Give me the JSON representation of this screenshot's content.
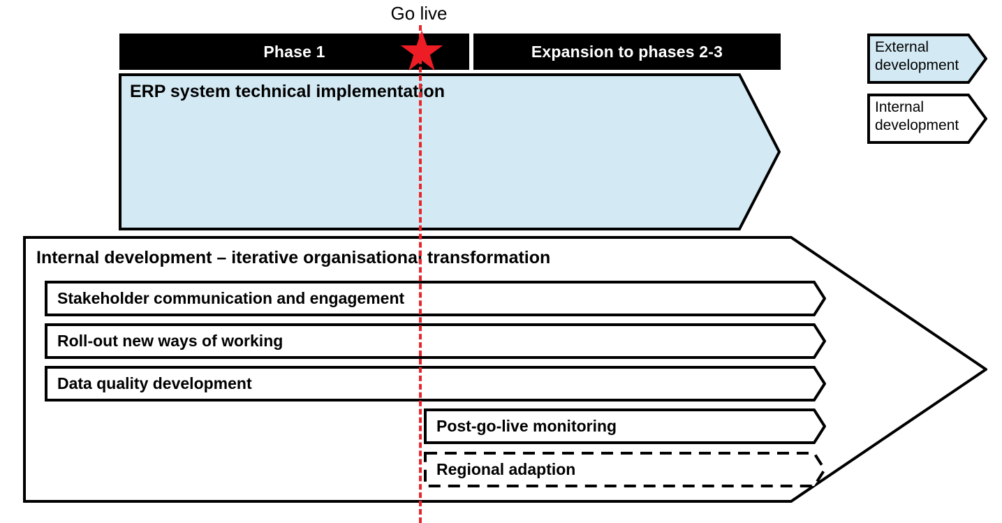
{
  "diagram": {
    "milestone": {
      "label": "Go live",
      "marker_icon": "red-star-icon",
      "marker_color": "#ee1c25",
      "line_color": "#e8262a",
      "line_style": "dashed"
    },
    "phases": [
      {
        "label": "Phase 1",
        "fill": "#000000",
        "text_color": "#ffffff"
      },
      {
        "label": "Expansion to phases 2-3",
        "fill": "#000000",
        "text_color": "#ffffff"
      }
    ],
    "external_track": {
      "label": "ERP system technical implementation",
      "fill": "#d3eaf4",
      "border": "#000000",
      "shape": "arrow"
    },
    "internal_track": {
      "label": "Internal development – iterative organisational transformation",
      "fill": "#ffffff",
      "border": "#000000",
      "shape": "arrow",
      "workstreams": [
        {
          "label": "Stakeholder communication and engagement",
          "border_style": "solid",
          "starts_at_milestone": false
        },
        {
          "label": "Roll-out new ways of working",
          "border_style": "solid",
          "starts_at_milestone": false
        },
        {
          "label": "Data quality development",
          "border_style": "solid",
          "starts_at_milestone": false
        },
        {
          "label": "Post-go-live monitoring",
          "border_style": "solid",
          "starts_at_milestone": true
        },
        {
          "label": "Regional adaption",
          "border_style": "dashed",
          "starts_at_milestone": true
        }
      ]
    },
    "legend": {
      "items": [
        {
          "label": "External development",
          "fill": "#d3eaf4",
          "border": "#000000"
        },
        {
          "label": "Internal development",
          "fill": "#ffffff",
          "border": "#000000"
        }
      ]
    }
  },
  "chart_data": {
    "type": "table",
    "title": "ERP implementation roadmap",
    "categories": [
      "Phase 1",
      "Expansion to phases 2-3"
    ],
    "series": [
      {
        "name": "ERP system technical implementation",
        "track": "external",
        "spans": [
          "Phase 1",
          "Expansion to phases 2-3"
        ]
      },
      {
        "name": "Stakeholder communication and engagement",
        "track": "internal",
        "spans": [
          "Phase 1",
          "Expansion to phases 2-3"
        ]
      },
      {
        "name": "Roll-out new ways of working",
        "track": "internal",
        "spans": [
          "Phase 1",
          "Expansion to phases 2-3"
        ]
      },
      {
        "name": "Data quality development",
        "track": "internal",
        "spans": [
          "Phase 1",
          "Expansion to phases 2-3"
        ]
      },
      {
        "name": "Post-go-live monitoring",
        "track": "internal",
        "spans": [
          "Expansion to phases 2-3"
        ]
      },
      {
        "name": "Regional adaption",
        "track": "internal",
        "spans": [
          "Expansion to phases 2-3"
        ]
      }
    ],
    "annotations": [
      {
        "label": "Go live",
        "between": [
          "Phase 1",
          "Expansion to phases 2-3"
        ]
      }
    ],
    "legend": [
      "External development",
      "Internal development"
    ],
    "legend_position": "right"
  }
}
